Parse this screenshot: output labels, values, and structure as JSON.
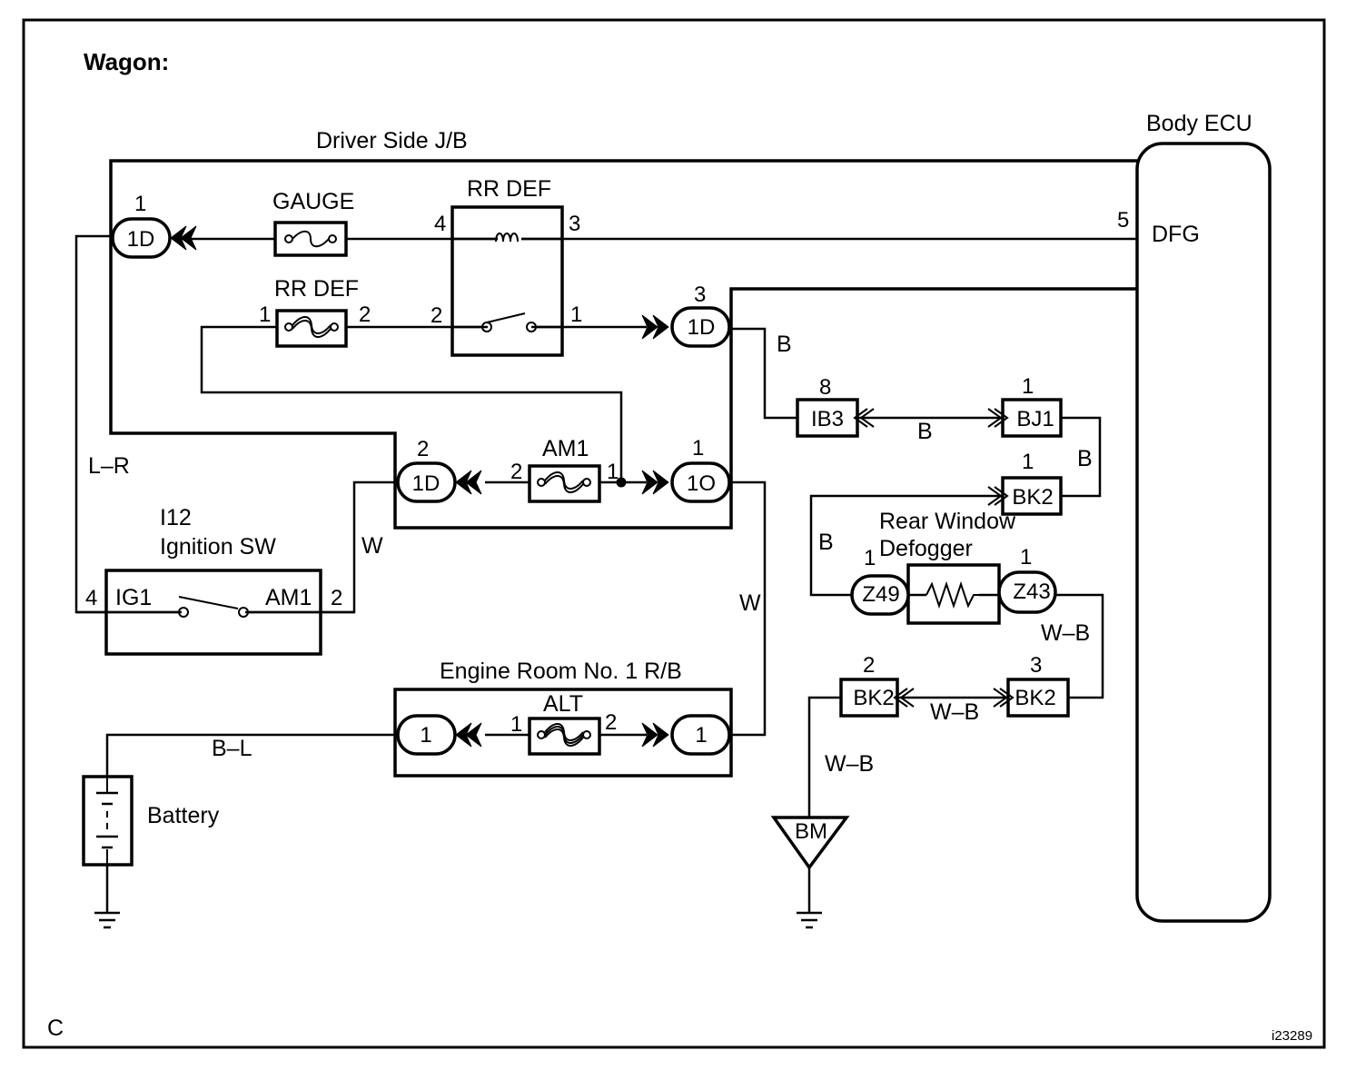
{
  "title": "Wagon:",
  "corner_label": "C",
  "figure_id": "i23289",
  "driver_jb": {
    "label": "Driver Side J/B",
    "connector_1d_top": {
      "pin": "1",
      "label": "1D"
    },
    "connector_1d_right": {
      "pin": "3",
      "label": "1D"
    },
    "connector_1d_mid": {
      "pin": "2",
      "label": "1D"
    },
    "connector_1o": {
      "pin": "1",
      "label": "1O"
    },
    "gauge_fuse": {
      "label": "GAUGE"
    },
    "rrdef_fuse": {
      "label": "RR DEF",
      "pin_left": "1",
      "pin_right": "2"
    },
    "am1_fuse": {
      "label": "AM1",
      "pin_left": "2",
      "pin_right": "1"
    },
    "rrdef_relay": {
      "label": "RR DEF",
      "pin4": "4",
      "pin3": "3",
      "pin2": "2",
      "pin1": "1"
    }
  },
  "body_ecu": {
    "label": "Body ECU",
    "pin": "5",
    "terminal": "DFG"
  },
  "ignition_sw": {
    "id": "I12",
    "label": "Ignition SW",
    "pin_left": "4",
    "term_left": "IG1",
    "term_right": "AM1",
    "pin_right": "2"
  },
  "engine_rb": {
    "label": "Engine Room No. 1 R/B",
    "fuse": {
      "label": "ALT",
      "pin_left": "1",
      "pin_right": "2"
    },
    "connector_left": {
      "label": "1"
    },
    "connector_right": {
      "label": "1"
    }
  },
  "battery": {
    "label": "Battery"
  },
  "defogger": {
    "label_line1": "Rear Window",
    "label_line2": "Defogger",
    "z49": {
      "pin": "1",
      "label": "Z49"
    },
    "z43": {
      "pin": "1",
      "label": "Z43"
    }
  },
  "connectors": {
    "ib3": {
      "pin": "8",
      "label": "IB3"
    },
    "bj1": {
      "pin": "1",
      "label": "BJ1"
    },
    "bk2_upper": {
      "pin": "1",
      "label": "BK2"
    },
    "bk2_left": {
      "pin": "2",
      "label": "BK2"
    },
    "bk2_right": {
      "pin": "3",
      "label": "BK2"
    }
  },
  "ground_point": {
    "label": "BM"
  },
  "wire_colors": {
    "lr": "L–R",
    "w_ign": "W",
    "w_main": "W",
    "bl": "B–L",
    "b_1d": "B",
    "b_ib3": "B",
    "b_bj1": "B",
    "b_bk2": "B",
    "wb_z43": "W–B",
    "wb_bk2": "W–B",
    "wb_ground": "W–B"
  }
}
